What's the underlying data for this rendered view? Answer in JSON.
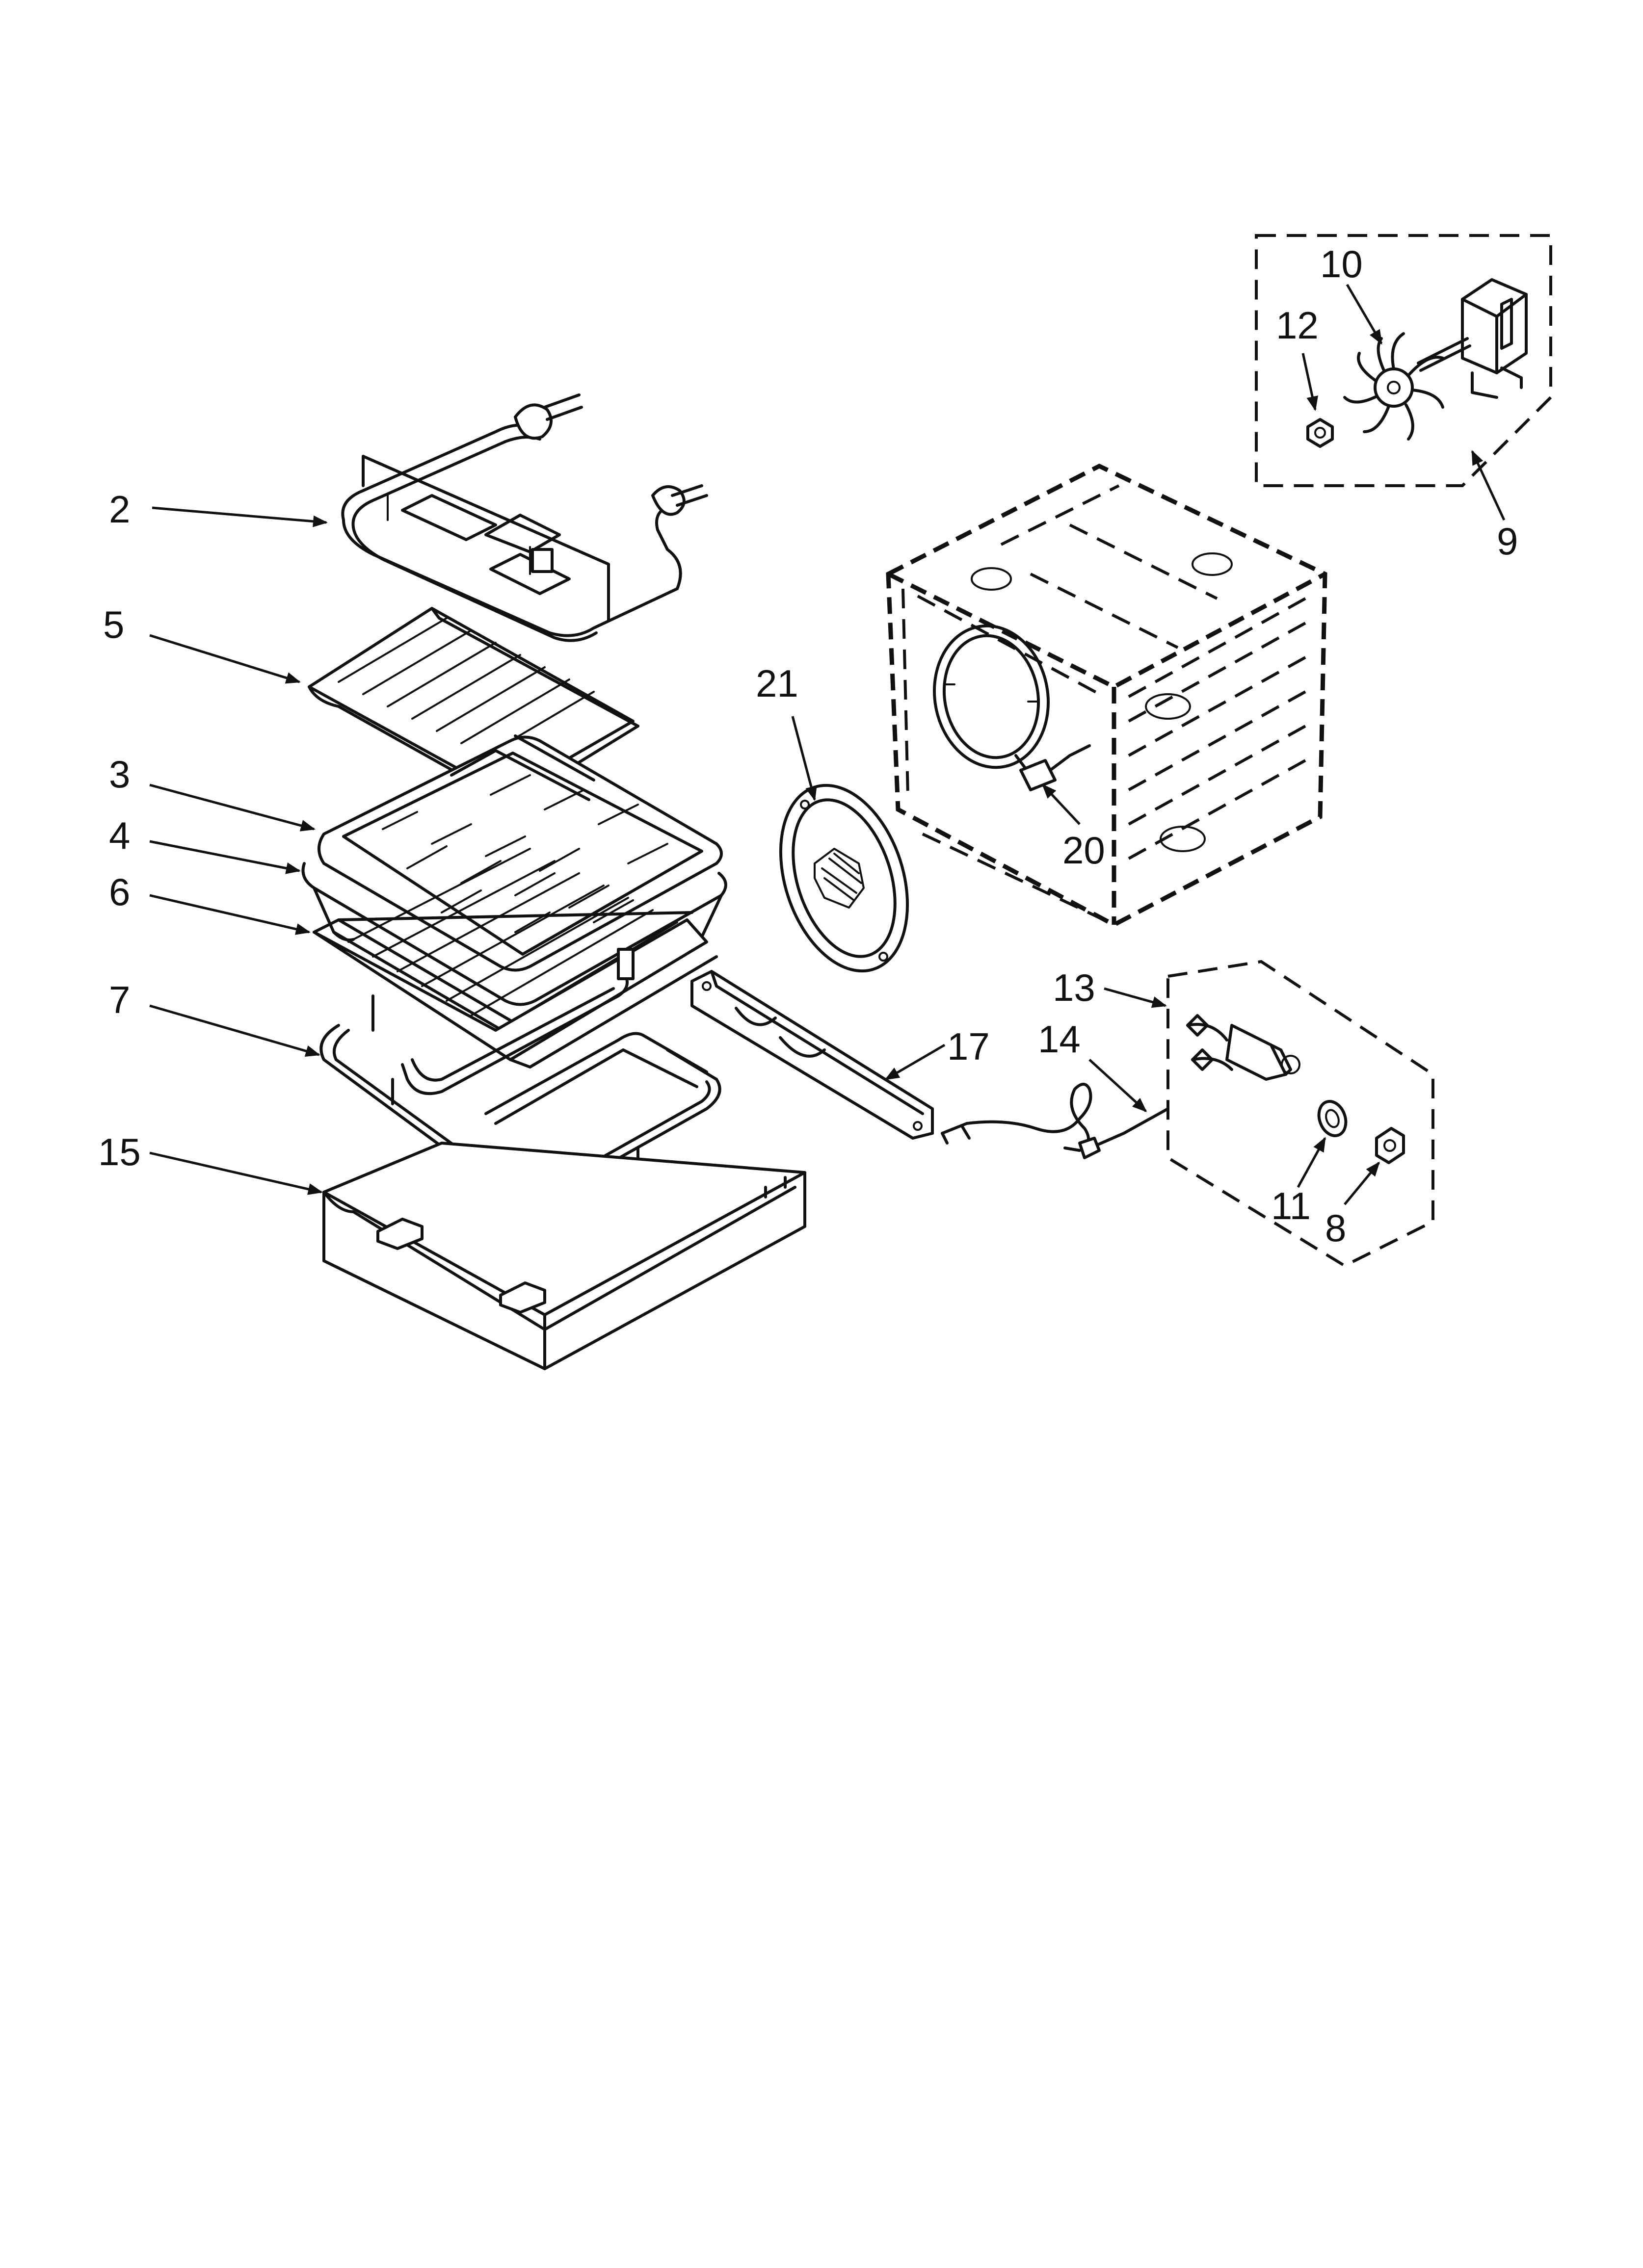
{
  "labels": {
    "l2": "2",
    "l3": "3",
    "l4": "4",
    "l5": "5",
    "l6": "6",
    "l7": "7",
    "l8": "8",
    "l9": "9",
    "l10": "10",
    "l11": "11",
    "l12": "12",
    "l13": "13",
    "l14": "14",
    "l15": "15",
    "l17": "17",
    "l20": "20",
    "l21": "21"
  },
  "colors": {
    "line": "#111111",
    "background": "#ffffff"
  }
}
